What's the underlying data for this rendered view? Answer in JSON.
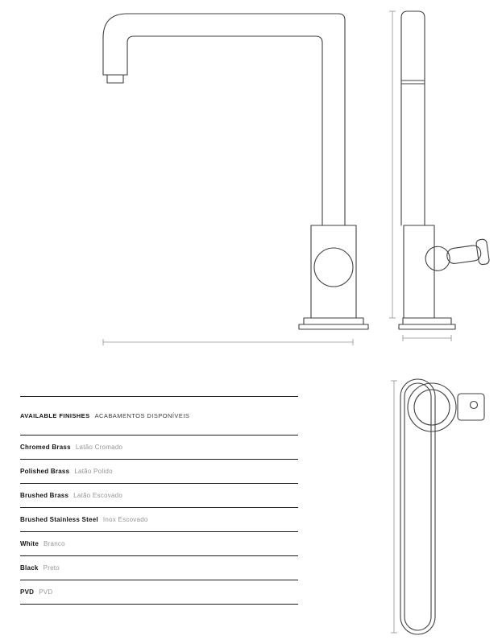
{
  "sheet": {
    "views": {
      "front": "faucet-front-elevation",
      "side": "faucet-side-elevation",
      "plan": "faucet-plan-view"
    }
  },
  "finishes": {
    "header": {
      "en": "AVAILABLE FINISHES",
      "pt": "ACABAMENTOS DISPONÍVEIS"
    },
    "items": [
      {
        "en": "Chromed Brass",
        "pt": "Latão Cromado"
      },
      {
        "en": "Polished Brass",
        "pt": "Latão Polido"
      },
      {
        "en": "Brushed Brass",
        "pt": "Latão Escovado"
      },
      {
        "en": "Brushed Stainless Steel",
        "pt": "Inox Escovado"
      },
      {
        "en": "White",
        "pt": "Branco"
      },
      {
        "en": "Black",
        "pt": "Preto"
      },
      {
        "en": "PVD",
        "pt": "PVD"
      }
    ]
  },
  "colors": {
    "line": "#3f3f3f",
    "dimension_line": "#8f8f8f",
    "text_primary": "#141414",
    "text_secondary": "#959595"
  }
}
